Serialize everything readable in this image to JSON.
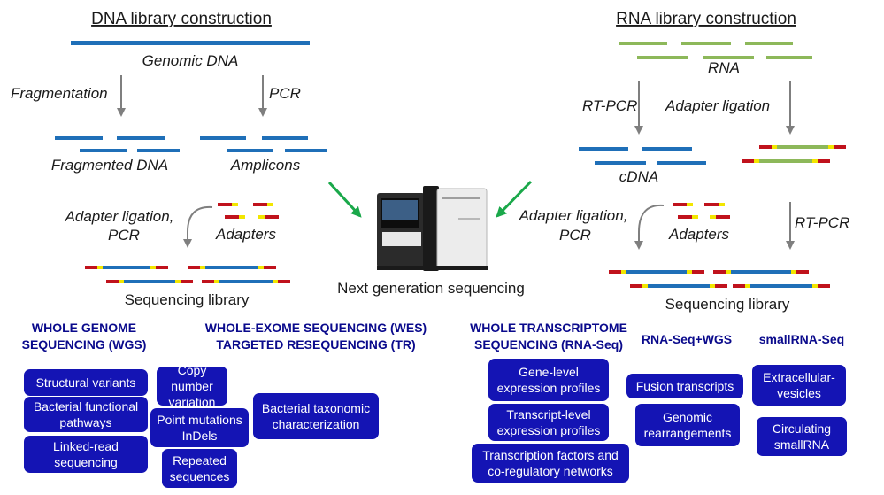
{
  "dna": {
    "title": "DNA library construction",
    "genomic": "Genomic DNA",
    "fragmentation": "Fragmentation",
    "pcr": "PCR",
    "fragmented": "Fragmented DNA",
    "amplicons": "Amplicons",
    "adapter_ligation_1": "Adapter ligation,",
    "adapter_ligation_2": "PCR",
    "adapters": "Adapters",
    "library": "Sequencing library"
  },
  "rna": {
    "title": "RNA library construction",
    "rna": "RNA",
    "rt_pcr": "RT-PCR",
    "adapter_ligation": "Adapter ligation",
    "cdna": "cDNA",
    "adapter_ligation_1": "Adapter ligation,",
    "adapter_ligation_2": "PCR",
    "adapters": "Adapters",
    "rt_pcr_2": "RT-PCR",
    "library": "Sequencing library"
  },
  "center": {
    "ngs": "Next generation sequencing"
  },
  "categories": {
    "wgs_1": "WHOLE GENOME",
    "wgs_2": "SEQUENCING (WGS)",
    "wes_1": "WHOLE-EXOME SEQUENCING (WES)",
    "wes_2": "TARGETED RESEQUENCING (TR)",
    "wts_1": "WHOLE TRANSCRIPTOME",
    "wts_2": "SEQUENCING (RNA-Seq)",
    "rnawgs": "RNA-Seq+WGS",
    "small": "smallRNA-Seq"
  },
  "boxes": {
    "structural": "Structural variants",
    "bacterial_func": "Bacterial functional\npathways",
    "linked_read": "Linked-read\nsequencing",
    "copy_number": "Copy number\nvariation",
    "point_mut": "Point mutations\nInDels",
    "repeated": "Repeated\nsequences",
    "bacterial_tax": "Bacterial taxonomic\ncharacterization",
    "gene_level": "Gene-level\nexpression profiles",
    "transcript_level": "Transcript-level\nexpression profiles",
    "tf": "Transcription factors and\nco-regulatory networks",
    "fusion": "Fusion transcripts",
    "genomic_rearr": "Genomic\nrearrangements",
    "extracellular": "Extracellular-\nvesicles",
    "circulating": "Circulating\nsmallRNA"
  },
  "colors": {
    "dna": "#1f6fb8",
    "rna": "#8db85a",
    "adapter_red": "#c0121c",
    "adapter_yellow": "#f2e600",
    "box": "#1414b4",
    "arrow_green": "#1aa84a",
    "arrow_gray": "#7f7f7f"
  }
}
